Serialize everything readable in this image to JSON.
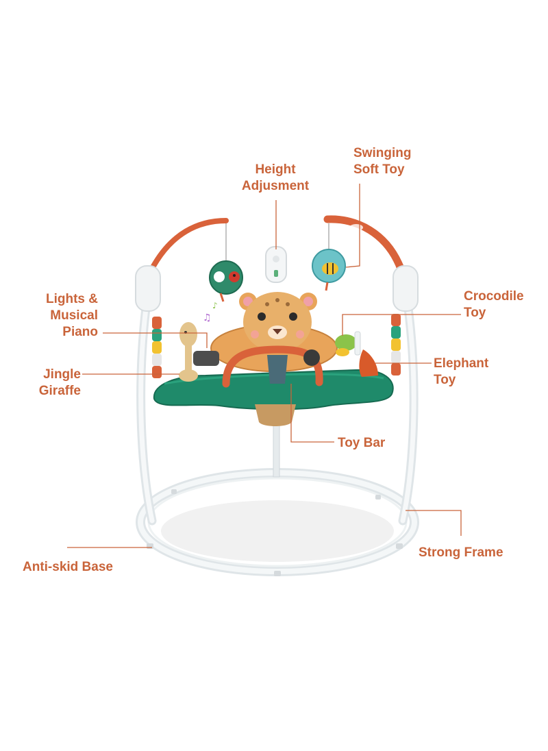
{
  "callouts": {
    "height_adjustment": "Height\nAdjusment",
    "swinging_soft_toy": "Swinging\nSoft Toy",
    "lights_musical_piano": "Lights &\nMusical\nPiano",
    "crocodile_toy": "Crocodile\nToy",
    "jingle_giraffe": "Jingle\nGiraffe",
    "elephant_toy": "Elephant\nToy",
    "toy_bar": "Toy Bar",
    "strong_frame": "Strong Frame",
    "anti_skid_base": "Anti-skid Base"
  },
  "colors": {
    "label": "#c9643a",
    "leader_line": "#c9643a",
    "frame": "#e9eef0",
    "tray": "#1f8a6a",
    "arch": "#d9623a",
    "seat": "#e8a45a"
  },
  "icons": [
    "music-note-icon",
    "ladybug-toy-icon",
    "bee-toy-icon",
    "leopard-face-icon"
  ]
}
